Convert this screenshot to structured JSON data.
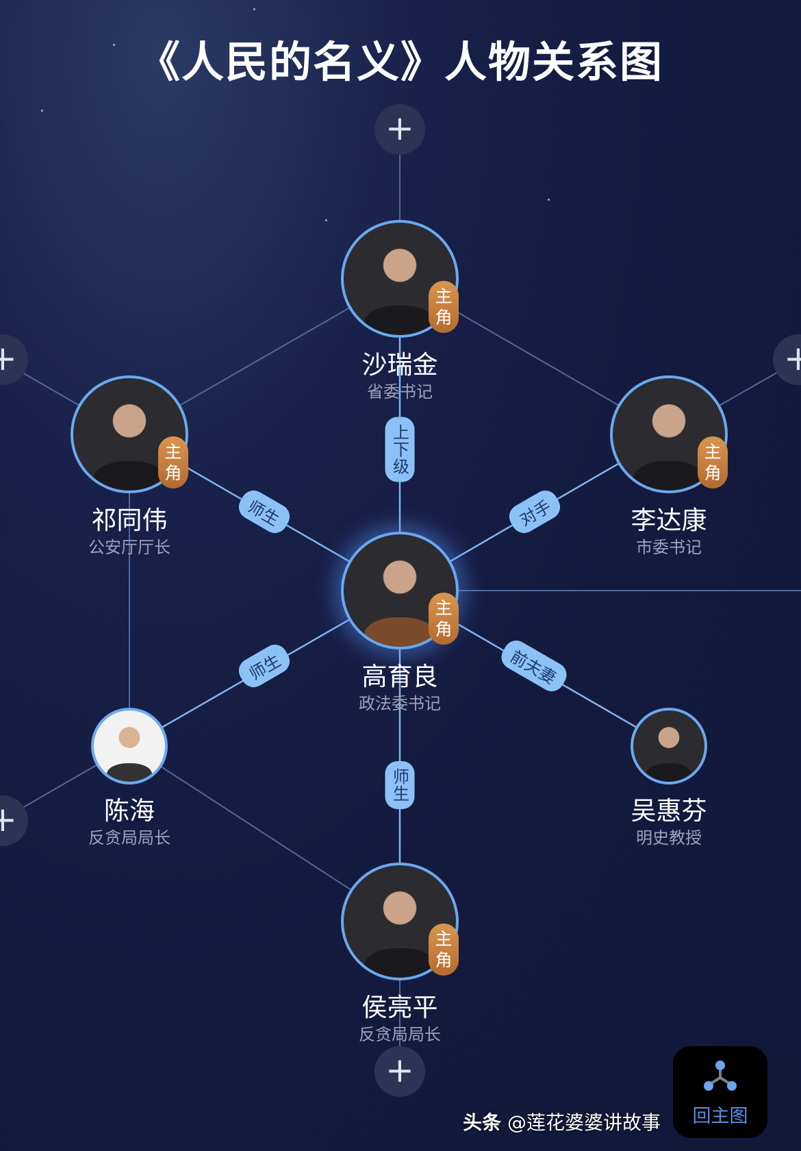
{
  "title": "《人民的名义》人物关系图",
  "badge_label": "主角",
  "plus_icon": "+",
  "nodes": {
    "sha": {
      "name": "沙瑞金",
      "role": "省委书记"
    },
    "qi": {
      "name": "祁同伟",
      "role": "公安厅厅长"
    },
    "li": {
      "name": "李达康",
      "role": "市委书记"
    },
    "gao": {
      "name": "高育良",
      "role": "政法委书记"
    },
    "chen": {
      "name": "陈海",
      "role": "反贪局局长"
    },
    "wu": {
      "name": "吴惠芬",
      "role": "明史教授"
    },
    "hou": {
      "name": "侯亮平",
      "role": "反贪局局长"
    }
  },
  "relations": {
    "shang_xia_ji": "上下级",
    "shi_sheng_qi": "师生",
    "dui_shou": "对手",
    "shi_sheng_chen": "师生",
    "qian_fu_qi": "前夫妻",
    "shi_sheng_hou": "师生"
  },
  "home_button": {
    "label": "回主图",
    "icon": "graph-node-icon"
  },
  "watermark": {
    "source": "头条",
    "author": "@莲花婆婆讲故事"
  },
  "colors": {
    "accent": "#6aa9f0",
    "badge": "#c9803f",
    "pill": "#8cc1f5",
    "background": "#141a3e"
  }
}
